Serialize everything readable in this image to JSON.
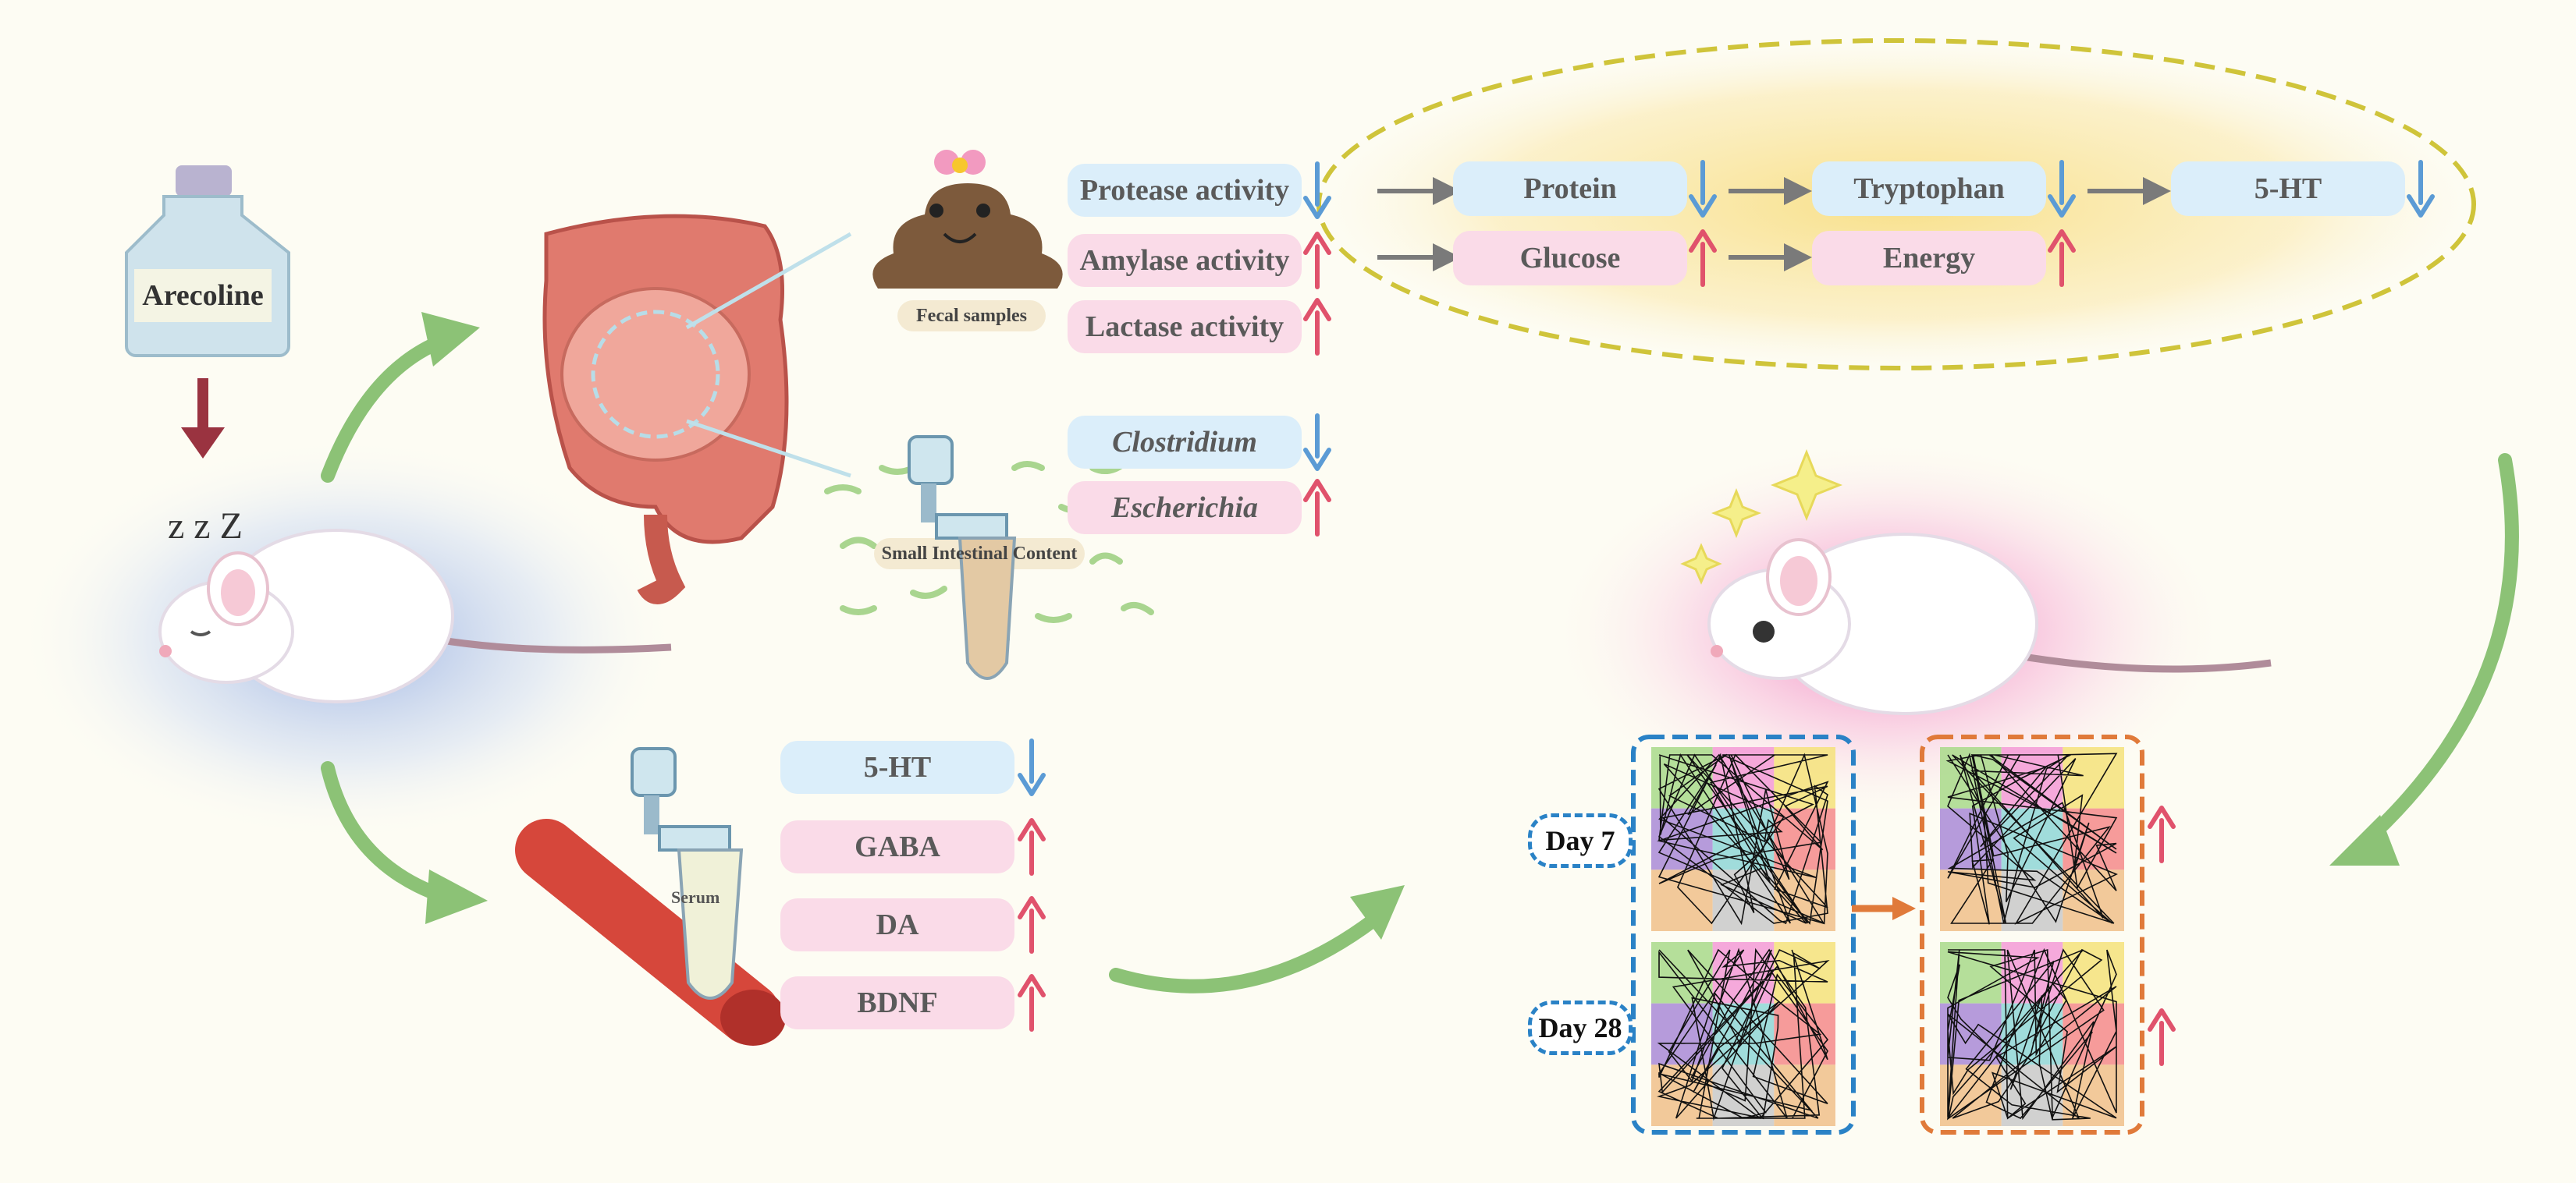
{
  "drug": "Arecoline",
  "fecal": {
    "label": "Fecal samples",
    "markers": [
      {
        "name": "Protease activity",
        "direction": "down"
      },
      {
        "name": "Amylase activity",
        "direction": "up"
      },
      {
        "name": "Lactase activity",
        "direction": "up"
      }
    ]
  },
  "intestine": {
    "label": "Small Intestinal Content",
    "markers": [
      {
        "name": "Clostridium",
        "direction": "down"
      },
      {
        "name": "Escherichia",
        "direction": "up"
      }
    ]
  },
  "serum": {
    "label": "Serum",
    "markers": [
      {
        "name": "5-HT",
        "direction": "down"
      },
      {
        "name": "GABA",
        "direction": "up"
      },
      {
        "name": "DA",
        "direction": "up"
      },
      {
        "name": "BDNF",
        "direction": "up"
      }
    ]
  },
  "pathway": {
    "row1": [
      {
        "name": "Protein",
        "direction": "down"
      },
      {
        "name": "Tryptophan",
        "direction": "down"
      },
      {
        "name": "5-HT",
        "direction": "down"
      }
    ],
    "row2": [
      {
        "name": "Glucose",
        "direction": "up"
      },
      {
        "name": "Energy",
        "direction": "up"
      }
    ]
  },
  "behavior": {
    "days": [
      "Day 7",
      "Day 28"
    ],
    "trend": [
      "up",
      "up"
    ]
  },
  "colors": {
    "up_arrow": "#e0526c",
    "down_arrow": "#5b9bd5",
    "flow_arrow": "#8cc276",
    "blue_pill": "#dbeefa",
    "pink_pill": "#fadbe8",
    "day_border": "#2a82c6",
    "group_border": "#e07a3a"
  }
}
